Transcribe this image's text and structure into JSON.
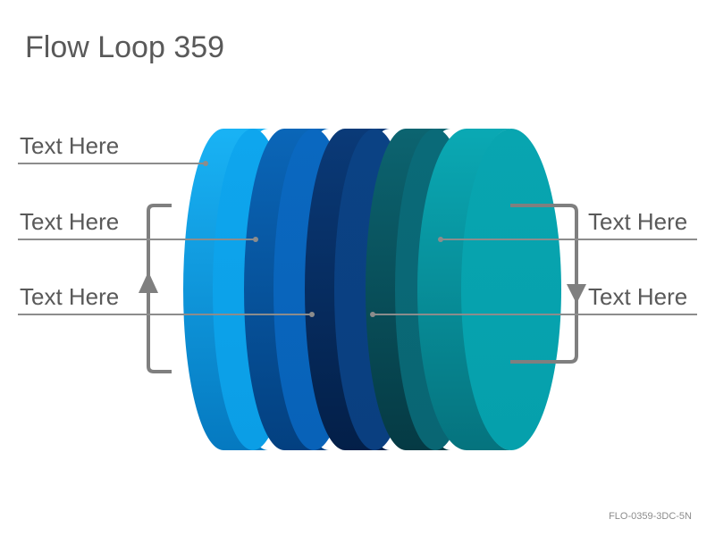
{
  "title": "Flow Loop 359",
  "labels": {
    "left_top": "Text Here",
    "left_middle": "Text Here",
    "left_bottom": "Text Here",
    "right_top": "Text Here",
    "right_bottom": "Text Here"
  },
  "footer_code": "FLO-0359-3DC-5N",
  "colors": {
    "disc_1": "#0a9be0",
    "disc_2": "#0560b0",
    "disc_3": "#07336a",
    "disc_4": "#0a5a64",
    "disc_5": "#06a3ae",
    "connector": "#7f7f7f",
    "text": "#595959"
  }
}
